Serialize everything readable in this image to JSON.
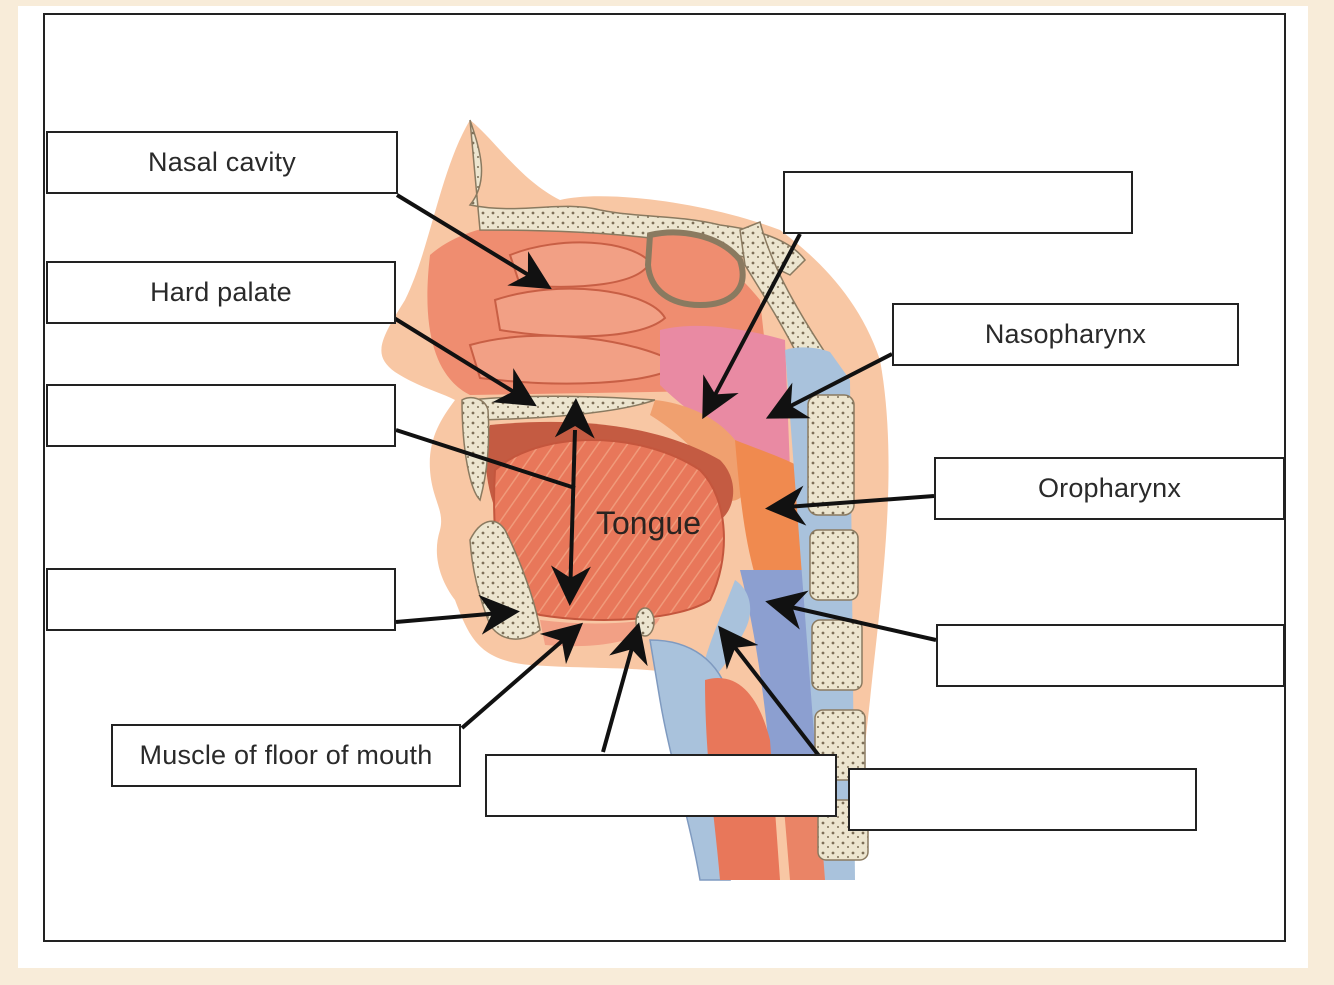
{
  "labels": {
    "nasal_cavity": "Nasal cavity",
    "hard_palate": "Hard palate",
    "nasopharynx": "Nasopharynx",
    "oropharynx": "Oropharynx",
    "muscle_floor_mouth": "Muscle of floor of mouth",
    "tongue": "Tongue",
    "blank_top_center": "",
    "blank_left_1": "",
    "blank_left_2": "",
    "blank_right_lower": "",
    "blank_bottom_center": "",
    "blank_bottom_right": ""
  },
  "colors": {
    "background": "#f8ecd9",
    "skin": "#f6b98f",
    "muscle": "#e8775a",
    "bone": "#e9e2cc",
    "nasopharynx_pink": "#e98aa3",
    "laryngopharynx_blue": "#8c9fd0",
    "cartilage_blue": "#a9c2dc"
  }
}
